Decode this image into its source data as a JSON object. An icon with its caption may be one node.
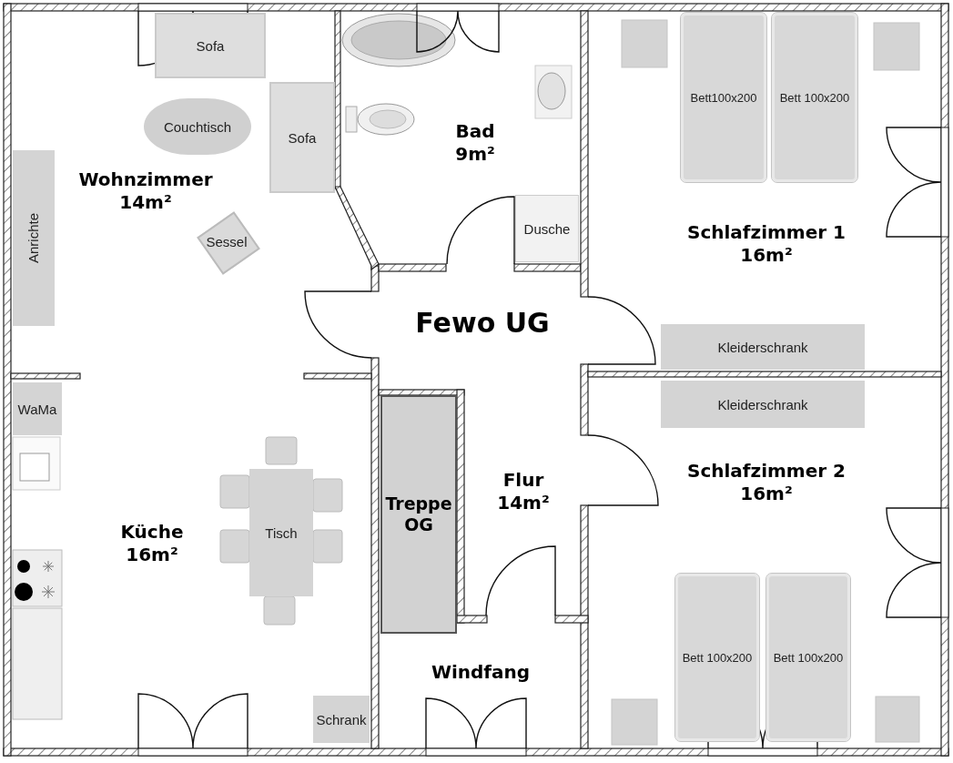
{
  "diagram": {
    "title": "Fewo UG",
    "nodes": [
      {
        "text": [
          "Wohnzimmer",
          "14m²"
        ]
      },
      {
        "text": [
          "Sofa"
        ],
        "in": 0
      },
      {
        "text": [
          "Couchtisch"
        ],
        "in": 0
      },
      {
        "text": [
          "Sofa"
        ],
        "in": 0
      },
      {
        "text": [
          "Anrichte"
        ],
        "in": 0
      },
      {
        "text": [
          "Sessel"
        ],
        "in": 0
      },
      {
        "text": [
          "Bad",
          "9m²"
        ]
      },
      {
        "text": [
          "Dusche"
        ],
        "in": 6
      },
      {
        "text": [
          "Schlafzimmer 1",
          "16m²"
        ]
      },
      {
        "text": [
          "Bett100x200"
        ],
        "in": 8
      },
      {
        "text": [
          "Bett 100x200"
        ],
        "in": 8
      },
      {
        "text": [
          "Kleiderschrank"
        ],
        "in": 8
      },
      {
        "text": [
          "Flur",
          "14m²"
        ]
      },
      {
        "text": [
          "Küche",
          "16m²"
        ]
      },
      {
        "text": [
          "WaMa"
        ],
        "in": 13
      },
      {
        "text": [
          "Tisch"
        ],
        "in": 13
      },
      {
        "text": [
          "Schrank"
        ],
        "in": 13
      },
      {
        "text": [
          "Treppe OG"
        ]
      },
      {
        "text": [
          "Windfang"
        ]
      },
      {
        "text": [
          "Schlafzimmer 2",
          "16m²"
        ]
      },
      {
        "text": [
          "Kleiderschrank"
        ],
        "in": 19
      },
      {
        "text": [
          "Bett 100x200"
        ],
        "in": 19
      },
      {
        "text": [
          "Bett 100x200"
        ],
        "in": 19
      }
    ]
  }
}
